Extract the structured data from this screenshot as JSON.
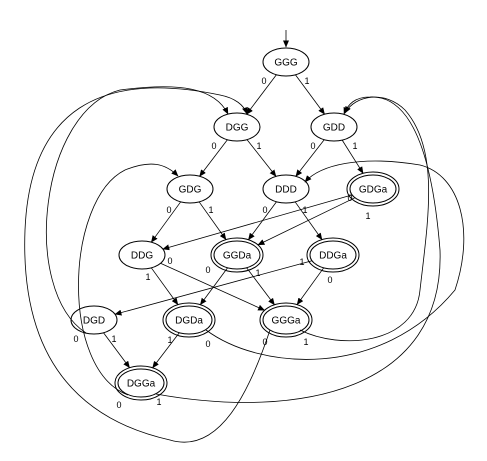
{
  "diagram": {
    "nodes": [
      {
        "id": "GGG",
        "label": "GGG",
        "accepting": false,
        "initial": true
      },
      {
        "id": "DGG",
        "label": "DGG",
        "accepting": false
      },
      {
        "id": "GDD",
        "label": "GDD",
        "accepting": false
      },
      {
        "id": "GDG",
        "label": "GDG",
        "accepting": false
      },
      {
        "id": "DDD",
        "label": "DDD",
        "accepting": false
      },
      {
        "id": "GDGa",
        "label": "GDGa",
        "accepting": true
      },
      {
        "id": "DDG",
        "label": "DDG",
        "accepting": false
      },
      {
        "id": "GGDa",
        "label": "GGDa",
        "accepting": true
      },
      {
        "id": "DDGa",
        "label": "DDGa",
        "accepting": true
      },
      {
        "id": "DGD",
        "label": "DGD",
        "accepting": false
      },
      {
        "id": "DGDa",
        "label": "DGDa",
        "accepting": true
      },
      {
        "id": "GGGa",
        "label": "GGGa",
        "accepting": true
      },
      {
        "id": "DGGa",
        "label": "DGGa",
        "accepting": true
      }
    ],
    "edges": [
      {
        "id": "GGG-0",
        "from": "GGG",
        "to": "DGG",
        "label": "0"
      },
      {
        "id": "GGG-1",
        "from": "GGG",
        "to": "GDD",
        "label": "1"
      },
      {
        "id": "DGG-0",
        "from": "DGG",
        "to": "GDG",
        "label": "0"
      },
      {
        "id": "DGG-1",
        "from": "DGG",
        "to": "DDD",
        "label": "1"
      },
      {
        "id": "GDD-0",
        "from": "GDD",
        "to": "DDD",
        "label": "0"
      },
      {
        "id": "GDD-1",
        "from": "GDD",
        "to": "GDGa",
        "label": "1"
      },
      {
        "id": "GDG-0",
        "from": "GDG",
        "to": "DDG",
        "label": "0"
      },
      {
        "id": "GDG-1",
        "from": "GDG",
        "to": "GGDa",
        "label": "1"
      },
      {
        "id": "DDD-0",
        "from": "DDD",
        "to": "GGDa",
        "label": "0"
      },
      {
        "id": "DDD-1",
        "from": "DDD",
        "to": "DDGa",
        "label": "1"
      },
      {
        "id": "GDGa-0",
        "from": "GDGa",
        "to": "DDG",
        "label": "0"
      },
      {
        "id": "GDGa-1",
        "from": "GDGa",
        "to": "GGDa",
        "label": "1"
      },
      {
        "id": "DDG-1",
        "from": "DDG",
        "to": "DGDa",
        "label": "1"
      },
      {
        "id": "DDG-0",
        "from": "DDG",
        "to": "GGGa",
        "label": "0"
      },
      {
        "id": "GGDa-0",
        "from": "GGDa",
        "to": "DGDa",
        "label": "0"
      },
      {
        "id": "GGDa-1",
        "from": "GGDa",
        "to": "GGGa",
        "label": "1"
      },
      {
        "id": "DDGa-1",
        "from": "DDGa",
        "to": "DGD",
        "label": "1"
      },
      {
        "id": "DDGa-0",
        "from": "DDGa",
        "to": "GGGa",
        "label": "0"
      },
      {
        "id": "DGD-0",
        "from": "DGD",
        "to": "DGG",
        "label": "0"
      },
      {
        "id": "DGD-1",
        "from": "DGD",
        "to": "DGGa",
        "label": "1"
      },
      {
        "id": "DGDa-1",
        "from": "DGDa",
        "to": "DGGa",
        "label": "1"
      },
      {
        "id": "DGDa-0",
        "from": "DGDa",
        "to": "DDD",
        "label": "0"
      },
      {
        "id": "GGGa-0",
        "from": "GGGa",
        "to": "DGG",
        "label": "0"
      },
      {
        "id": "GGGa-1",
        "from": "GGGa",
        "to": "GDD",
        "label": "1"
      },
      {
        "id": "DGGa-0",
        "from": "DGGa",
        "to": "GDG",
        "label": "0"
      },
      {
        "id": "DGGa-1",
        "from": "DGGa",
        "to": "GDD",
        "label": "1"
      }
    ]
  }
}
